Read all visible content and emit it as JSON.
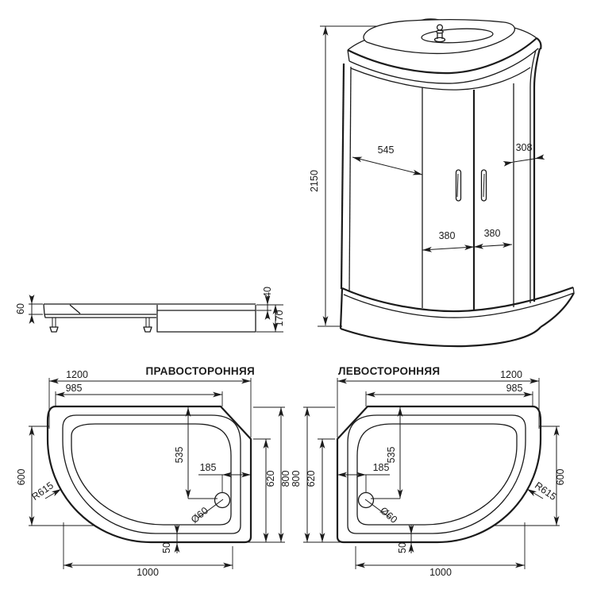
{
  "drawing": {
    "type": "shower-cabin-technical-drawing",
    "line_color": "#1b1b1b",
    "background": "#ffffff",
    "cabin": {
      "height": "2150",
      "segment_left": "545",
      "segment_right": "308",
      "door_left": "380",
      "door_right": "380"
    },
    "side_view": {
      "depth": "60",
      "rim_height": "40",
      "total_height": "170"
    },
    "tray": {
      "width": "1200",
      "straight_top": "985",
      "drain_from_top": "535",
      "drain_from_edge": "185",
      "side_outer": "600",
      "side_inner": "620",
      "depth": "800",
      "radius": "R615",
      "drain_diameter": "Ø60",
      "ledge": "50",
      "front_width": "1000"
    },
    "titles": {
      "right_version": "ПРАВОСТОРОННЯЯ",
      "left_version": "ЛЕВОСТОРОННЯЯ"
    }
  }
}
